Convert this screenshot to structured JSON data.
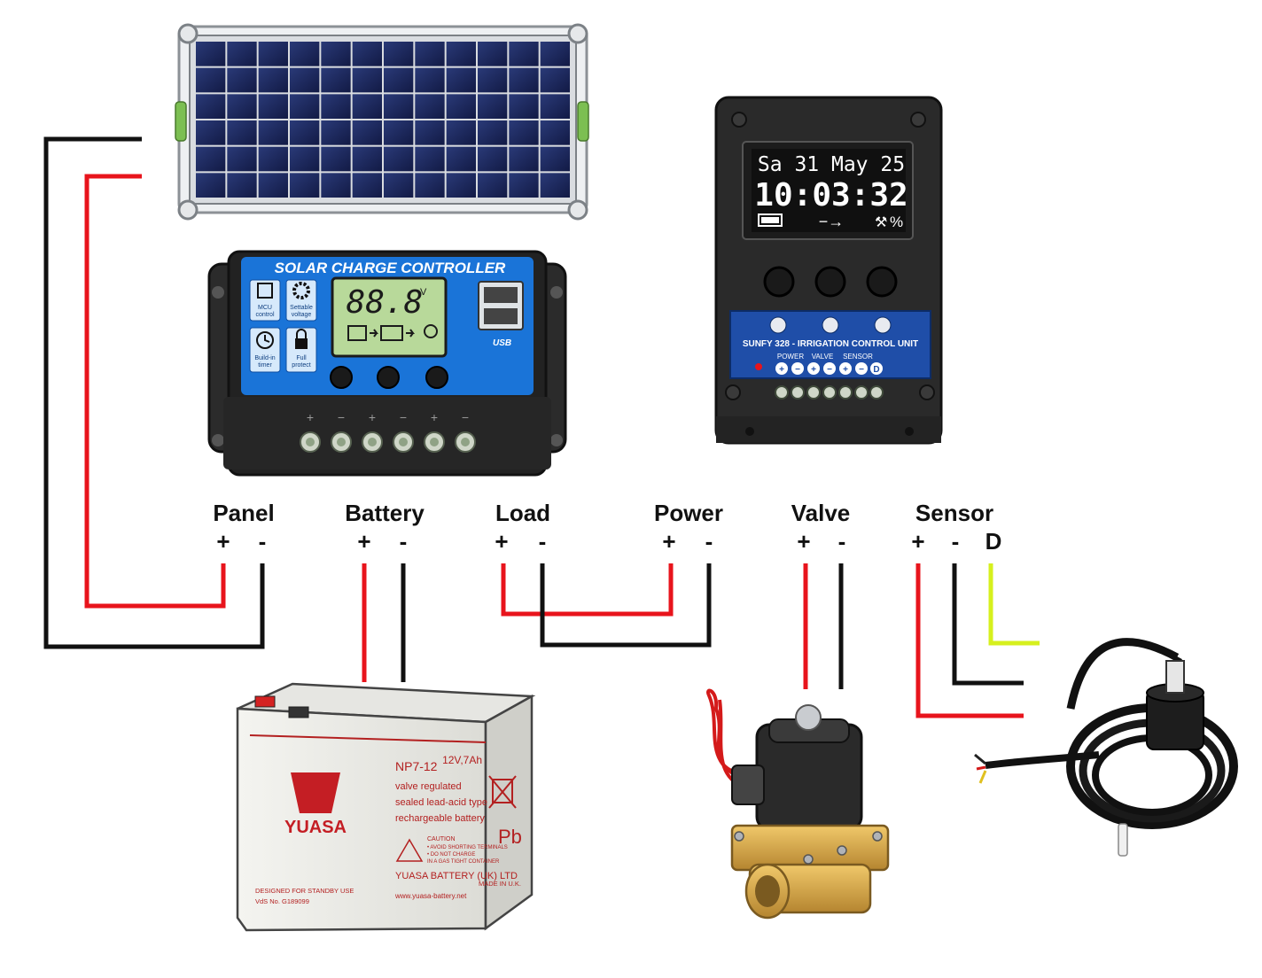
{
  "colors": {
    "wire_red": "#e8141c",
    "wire_black": "#111111",
    "wire_yellow": "#d6f01e",
    "controller_blue": "#1a74d8",
    "unit_blue": "#1f4ea8",
    "lcd_green": "#b8d99a",
    "brass": "#d7a84a"
  },
  "charge_controller": {
    "title": "SOLAR CHARGE CONTROLLER",
    "lcd_value": "88.8",
    "lcd_unit": "V",
    "features": [
      {
        "icon": "chip-icon",
        "label_1": "MCU",
        "label_2": "control"
      },
      {
        "icon": "gear-icon",
        "label_1": "Settable",
        "label_2": "voltage"
      },
      {
        "icon": "clock-icon",
        "label_1": "Build-in",
        "label_2": "timer"
      },
      {
        "icon": "lock-icon",
        "label_1": "Full",
        "label_2": "protect"
      }
    ],
    "usb_label": "USB",
    "terminal_marks": [
      "+",
      "−",
      "+",
      "−",
      "+",
      "−"
    ]
  },
  "irrigation_unit": {
    "date_line": "Sa 31 May 25",
    "time_line": "10:03:32",
    "status_line": "−→",
    "status_right": "%",
    "name": "SUNFY 328 - IRRIGATION CONTROL UNIT",
    "groups": [
      "POWER",
      "VALVE",
      "SENSOR"
    ],
    "pins": [
      "+",
      "−",
      "+",
      "−",
      "+",
      "−",
      "D"
    ]
  },
  "battery": {
    "brand": "YUASA",
    "model": "NP7-12",
    "rating": "12V,7Ah",
    "desc_1": "valve regulated",
    "desc_2": "sealed lead-acid type",
    "desc_3": "rechargeable battery",
    "pb": "Pb",
    "caution_title": "CAUTION",
    "caution_1": "• AVOID SHORTING TERMINALS",
    "caution_2": "• DO NOT CHARGE",
    "caution_3": "IN A GAS TIGHT CONTAINER",
    "maker": "YUASA BATTERY (UK) LTD",
    "standby_1": "DESIGNED FOR STANDBY USE",
    "standby_2": "VdS No. G189099",
    "url": "www.yuasa-battery.net",
    "made_in": "MADE IN U.K."
  },
  "terminals": {
    "panel": {
      "label": "Panel",
      "plus": "+",
      "minus": "-"
    },
    "battery": {
      "label": "Battery",
      "plus": "+",
      "minus": "-"
    },
    "load": {
      "label": "Load",
      "plus": "+",
      "minus": "-"
    },
    "power": {
      "label": "Power",
      "plus": "+",
      "minus": "-"
    },
    "valve": {
      "label": "Valve",
      "plus": "+",
      "minus": "-"
    },
    "sensor": {
      "label": "Sensor",
      "plus": "+",
      "minus": "-",
      "data": "D"
    }
  }
}
